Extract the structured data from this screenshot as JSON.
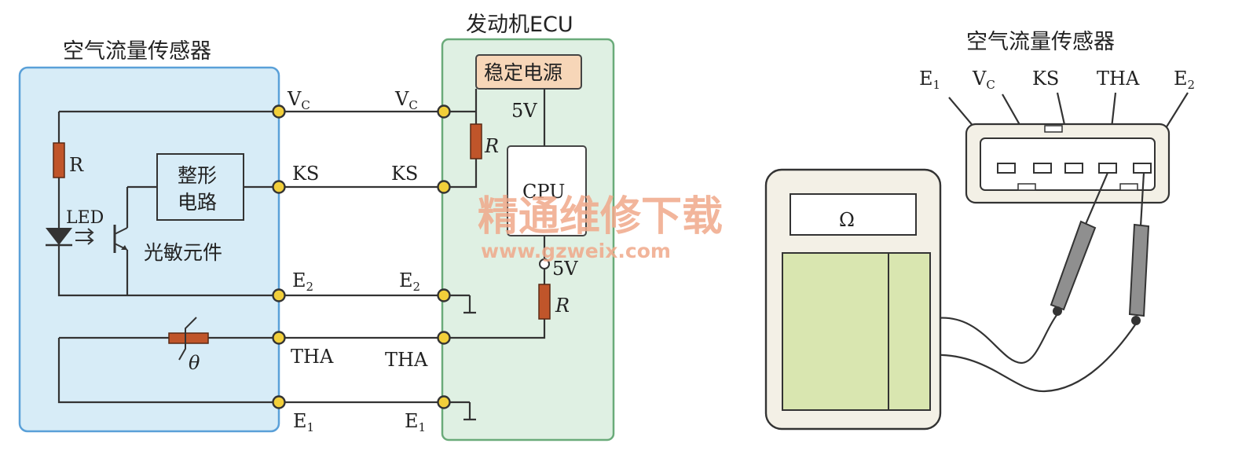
{
  "left_diagram": {
    "sensor_title": "空气流量传感器",
    "ecu_title": "发动机ECU",
    "power_supply": "稳定电源",
    "voltage_top": "5V",
    "voltage_mid": "5V",
    "cpu": "CPU",
    "shaping_circuit_line1": "整形",
    "shaping_circuit_line2": "电路",
    "led": "LED",
    "photo_element": "光敏元件",
    "resistor": "R",
    "theta": "θ",
    "terminals_sensor": {
      "vc": "V",
      "vc_sub": "C",
      "ks": "KS",
      "e2": "E",
      "e2_sub": "2",
      "tha": "THA",
      "e1": "E",
      "e1_sub": "1"
    },
    "terminals_ecu": {
      "vc": "V",
      "vc_sub": "C",
      "ks": "KS",
      "e2": "E",
      "e2_sub": "2",
      "tha": "THA",
      "e1": "E",
      "e1_sub": "1"
    }
  },
  "right_diagram": {
    "sensor_title": "空气流量传感器",
    "pins": [
      {
        "label": "E",
        "sub": "1"
      },
      {
        "label": "V",
        "sub": "C"
      },
      {
        "label": "KS",
        "sub": ""
      },
      {
        "label": "THA",
        "sub": ""
      },
      {
        "label": "E",
        "sub": "2"
      }
    ],
    "meter_symbol": "Ω"
  },
  "watermark": {
    "text": "精通维修下载",
    "url": "www.gzweix.com"
  },
  "colors": {
    "sensor_panel": "#d7ecf7",
    "sensor_border": "#5aa0d8",
    "ecu_panel": "#dff0e3",
    "ecu_border": "#6aab7a",
    "terminal": "#f2cf3a",
    "resistor": "#c0552a",
    "meter_screen": "#d9e6b0"
  }
}
